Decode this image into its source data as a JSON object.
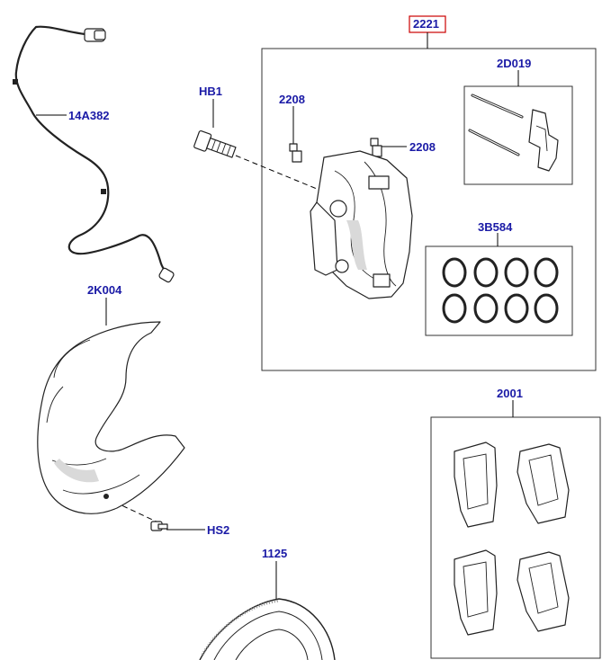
{
  "diagram": {
    "labels": {
      "assembly": "2221",
      "pad_hardware": "2D019",
      "bleed_screw_left": "2208",
      "bleed_screw_right": "2208",
      "caliper_bolt": "HB1",
      "wear_sensor": "14A382",
      "seal_kit": "3B584",
      "splash_shield": "2K004",
      "shield_screw": "HS2",
      "pad_set": "2001",
      "disc": "1125"
    },
    "colors": {
      "label": "#1a1aa6",
      "highlight_box": "#cc0000",
      "line": "#000000"
    }
  }
}
